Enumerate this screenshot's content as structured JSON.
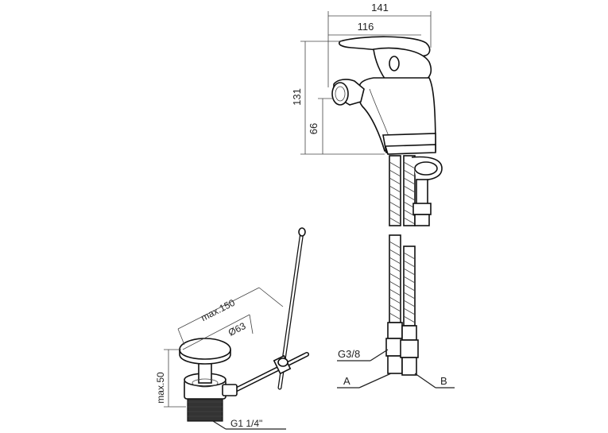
{
  "dimensions": {
    "overall_width": "141",
    "spout_width": "116",
    "overall_height": "131",
    "outlet_height": "66",
    "max_length": "max.150",
    "diameter": "Ø63",
    "max_height": "max.50"
  },
  "connections": {
    "hose_thread": "G3/8",
    "label_a": "A",
    "label_b": "B",
    "waste_thread": "G1 1/4\""
  }
}
